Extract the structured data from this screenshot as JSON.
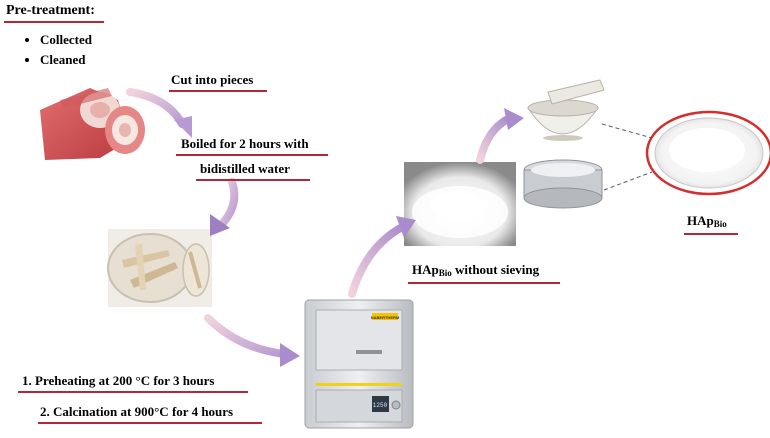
{
  "pretreatment": {
    "title": "Pre-treatment:",
    "items": [
      "Collected",
      "Cleaned"
    ]
  },
  "steps": {
    "cut": "Cut into pieces",
    "boiled_line1": "Boiled for 2 hours with",
    "boiled_line2": "bidistilled water",
    "preheating": "1. Preheating at 200 °C for 3 hours",
    "calcination": "2. Calcination at 900°C for 4 hours"
  },
  "products": {
    "unsieved_main": "HAp",
    "unsieved_sub": "Bio",
    "unsieved_rest": " without sieving",
    "final_main": "HAp",
    "final_sub": "Bio"
  },
  "furnace_brand": "NABERTHERM",
  "furnace_display": "1250",
  "colors": {
    "underline": "#b0283a",
    "arrow_pink": "#e7b9c6",
    "arrow_purple": "#9d7fc2",
    "highlight_ring": "#d32f2f"
  }
}
